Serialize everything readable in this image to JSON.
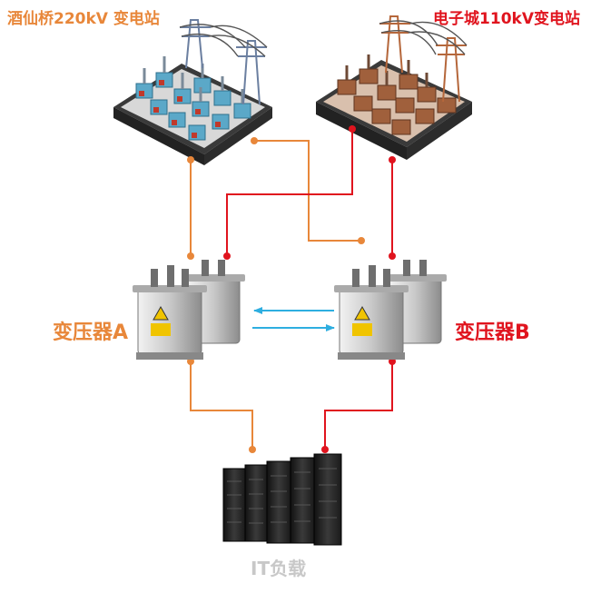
{
  "substation_a": {
    "label": "酒仙桥220kV 变电站"
  },
  "substation_b": {
    "label": "电子城110kV变电站"
  },
  "transformer_a": {
    "label": "变压器A"
  },
  "transformer_b": {
    "label": "变压器B"
  },
  "it_load": {
    "label": "IT负载"
  },
  "colors": {
    "orange": "#E8873A",
    "red": "#E0141E",
    "blue": "#2EAEE0",
    "grey_text": "#C8C8C8",
    "sub_a_body": "#5BA8C8",
    "sub_b_body": "#A0603C",
    "rack": "#2A2A2A"
  }
}
